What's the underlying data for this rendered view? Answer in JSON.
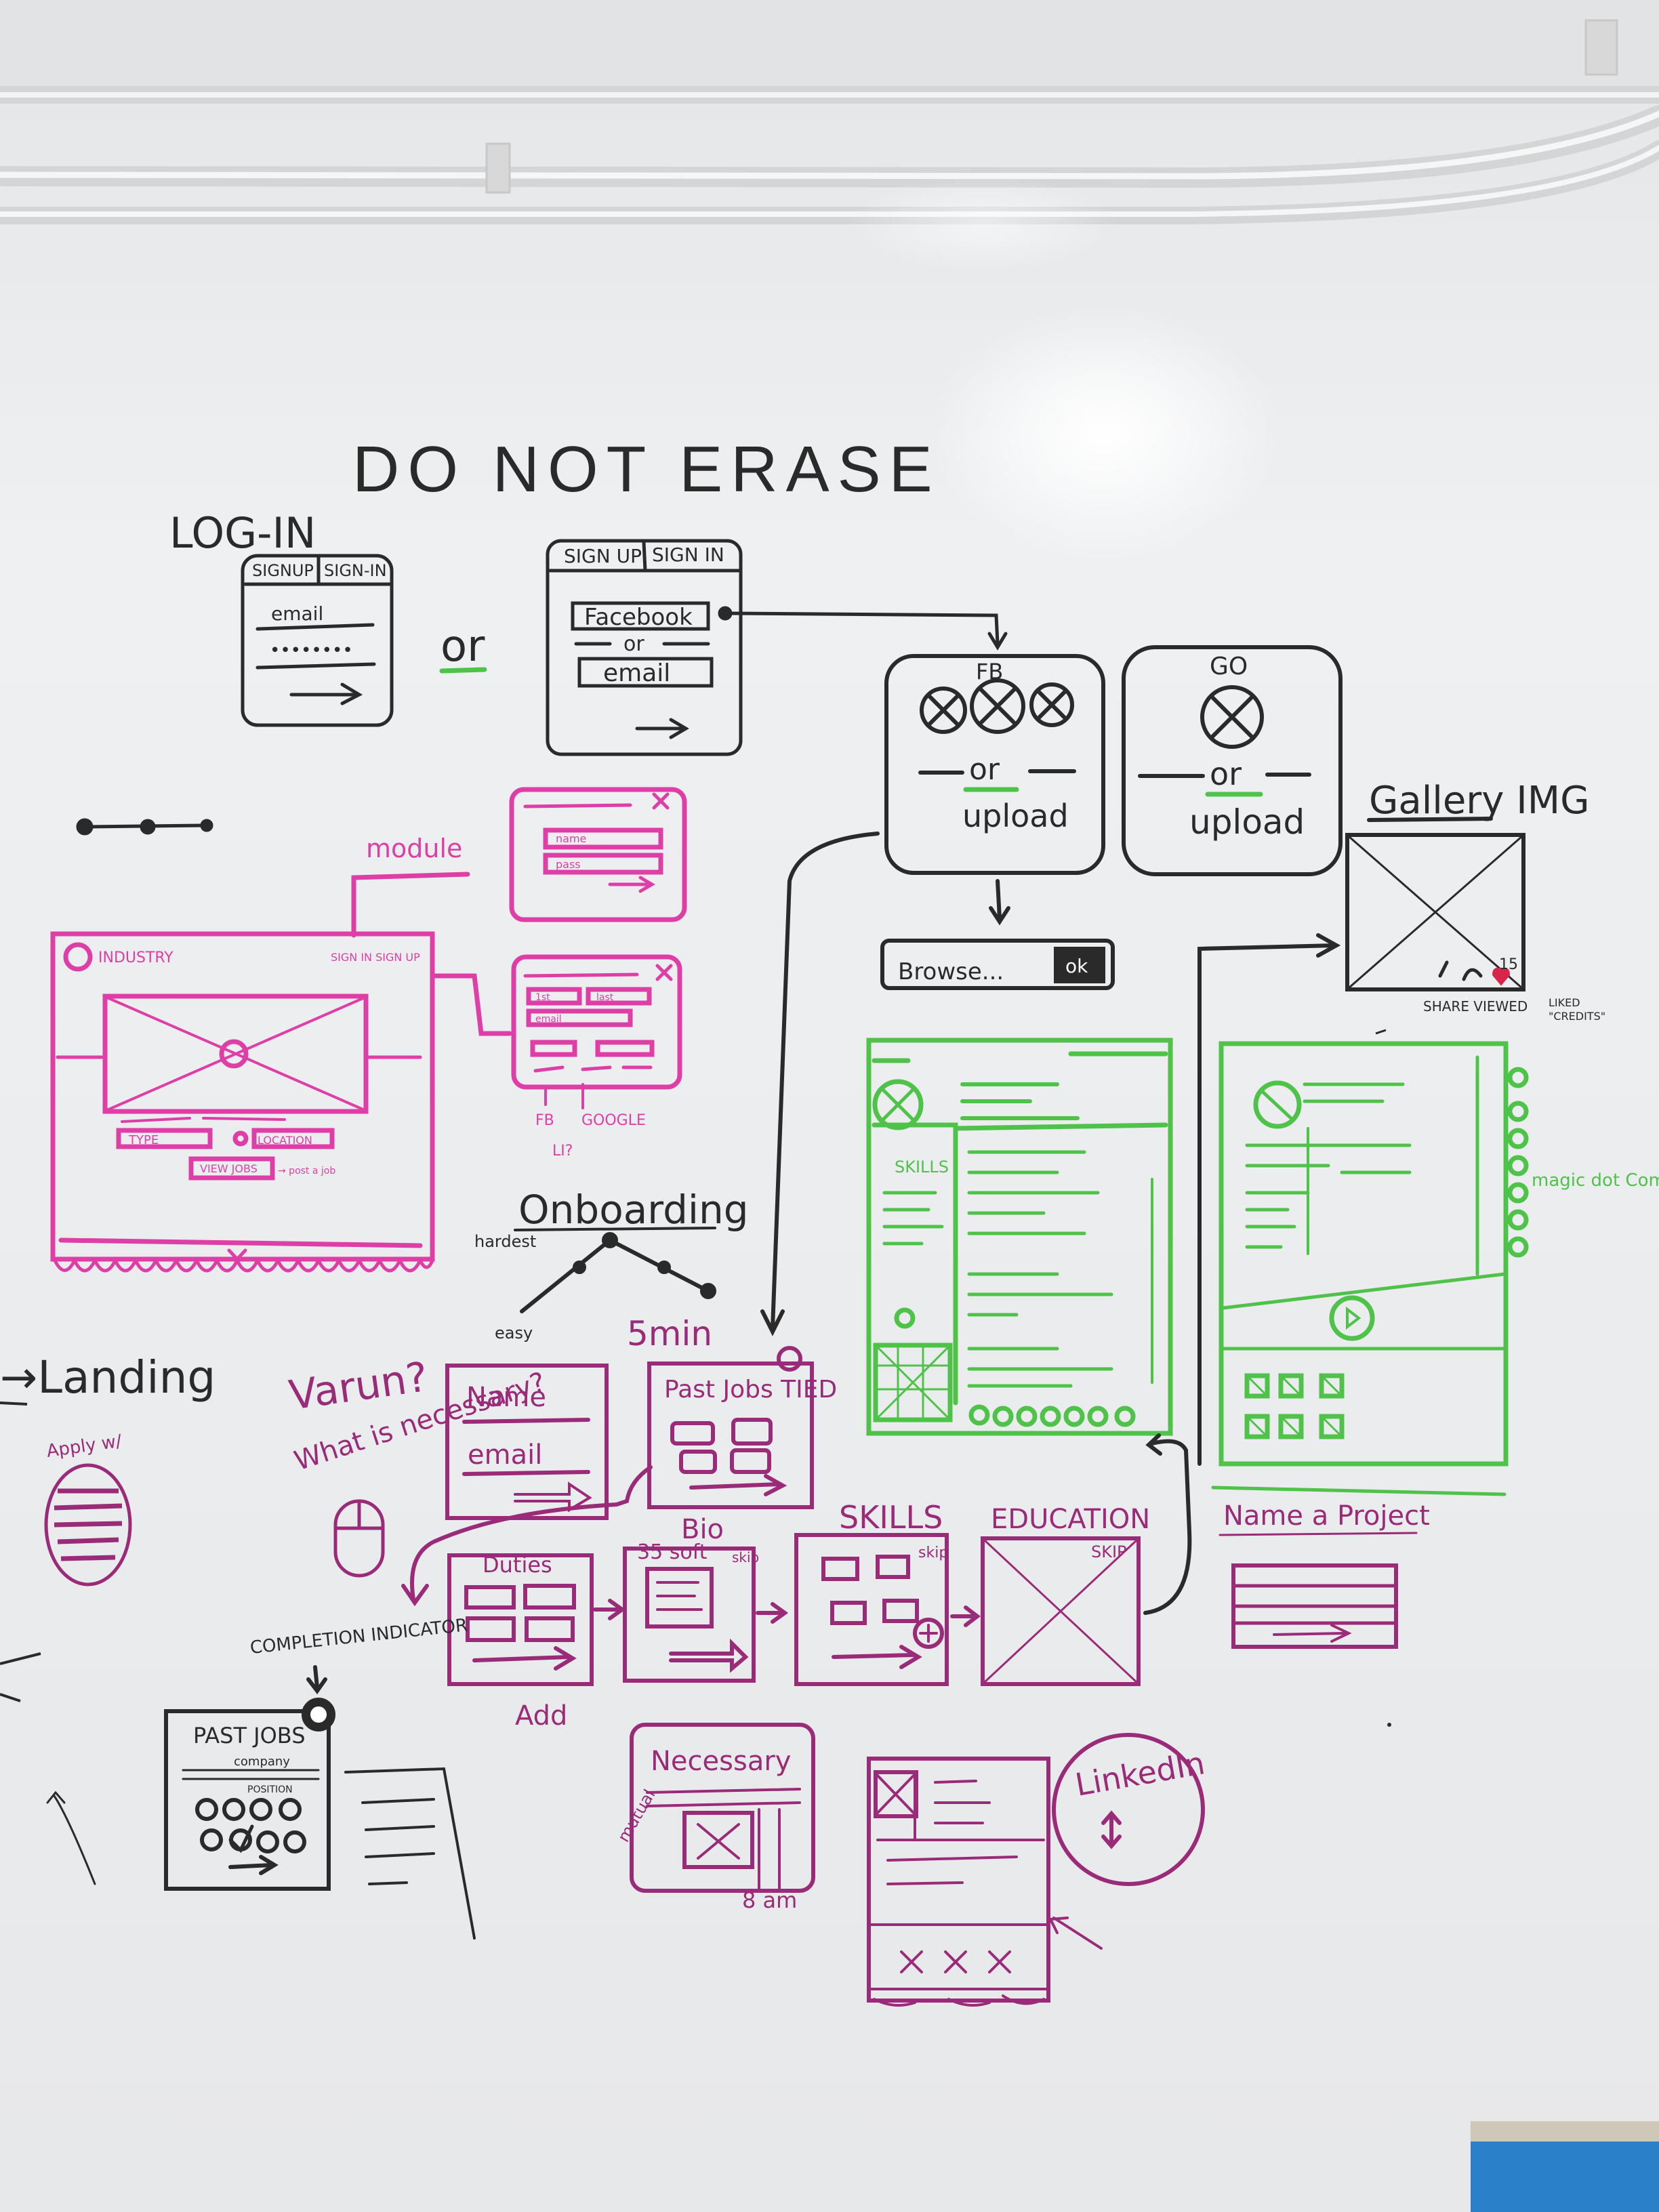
{
  "colors": {
    "wall": "#eef0f1",
    "ink_black": "#2a2a2a",
    "ink_pink": "#dd3fa6",
    "ink_magenta": "#9a2b78",
    "ink_green": "#4fc24a",
    "pipe": "#dcdcdc"
  },
  "header": {
    "title": "DO NOT ERASE"
  },
  "login": {
    "label": "LOG-IN",
    "box1": {
      "tab_signup": "SIGNUP",
      "tab_signin": "SIGN-IN",
      "email": "email",
      "password": "••••••••"
    },
    "or": "or",
    "box2": {
      "tab_signup": "SIGN UP",
      "tab_signin": "SIGN IN",
      "facebook": "Facebook",
      "or": "or",
      "email": "email"
    }
  },
  "fb_import": {
    "label": "FB",
    "or": "or",
    "upload": "upload"
  },
  "go_import": {
    "label": "GO",
    "or": "or",
    "upload": "upload"
  },
  "browse": {
    "label": "Browse...",
    "ok": "ok"
  },
  "gallery": {
    "label": "Gallery IMG",
    "count": "15",
    "footer": "SHARE VIEWED",
    "footer2": "LIKED",
    "footer3": "\"CREDITS\""
  },
  "landing_module": {
    "module_label": "module",
    "brand": "INDUSTRY",
    "nav": "SIGN IN  SIGN UP",
    "type": "TYPE",
    "location": "LOCATION",
    "cta": "VIEW JOBS",
    "cta_note": "→ post a job",
    "popup1": {
      "name": "name",
      "pass": "pass"
    },
    "popup2": {
      "first": "1st",
      "last": "last",
      "email": "email",
      "fb": "FB",
      "google": "GOOGLE",
      "li": "LI?"
    }
  },
  "onboarding": {
    "label": "Onboarding",
    "hardest": "hardest",
    "easy": "easy",
    "time": "5min"
  },
  "side_notes": {
    "landing": "→Landing",
    "varun": "Varun?",
    "what": "What is necessary?",
    "apply": "Apply w/"
  },
  "flow": {
    "name_card": {
      "name": "Name",
      "email": "email"
    },
    "past_jobs": {
      "title": "Past Jobs TIED"
    },
    "duties": {
      "title": "Duties",
      "note": "Add"
    },
    "bio": {
      "title": "Bio",
      "sub": "35 soft",
      "skip": "skip"
    },
    "skills": {
      "title": "SKILLS",
      "skip": "skip"
    },
    "education": {
      "title": "EDUCATION",
      "skip": "SKIP"
    },
    "project": {
      "title": "Name a Project"
    }
  },
  "completion": {
    "label": "COMPLETION INDICATOR",
    "card_title": "PAST JOBS",
    "company": "company",
    "position": "POSITION"
  },
  "necessary": {
    "title": "Necessary",
    "side": "mutual",
    "time": "8 am"
  },
  "linked": {
    "label": "LinkedIn"
  },
  "magic": {
    "note": "magic dot Comes"
  }
}
